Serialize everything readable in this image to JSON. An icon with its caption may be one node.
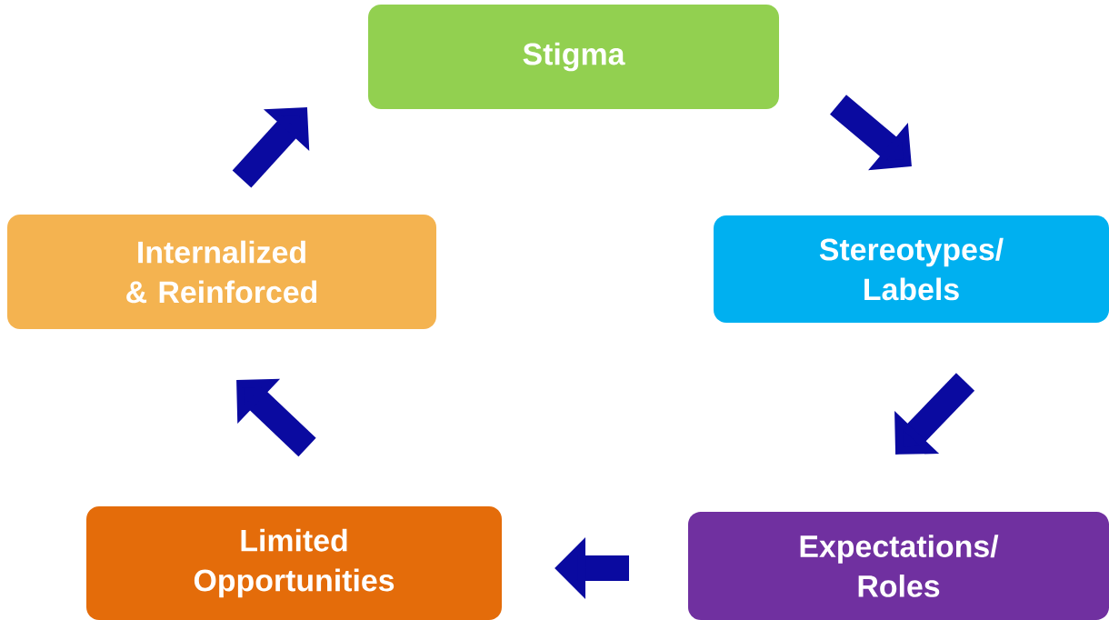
{
  "diagram": {
    "nodes": [
      {
        "text": [
          "Stigma"
        ]
      },
      {
        "text": [
          "Stereotypes/ Labels"
        ]
      },
      {
        "text": [
          "Expectations/ Roles"
        ]
      },
      {
        "text": [
          "Limited Opportunities"
        ]
      },
      {
        "text": [
          "Internalized & Reinforced"
        ]
      }
    ],
    "edges": [
      {
        "from": 0,
        "to": 1,
        "arrow": "to"
      },
      {
        "from": 1,
        "to": 2,
        "arrow": "to"
      },
      {
        "from": 2,
        "to": 3,
        "arrow": "to"
      },
      {
        "from": 3,
        "to": 4,
        "arrow": "to"
      },
      {
        "from": 4,
        "to": 0,
        "arrow": "to"
      }
    ]
  }
}
